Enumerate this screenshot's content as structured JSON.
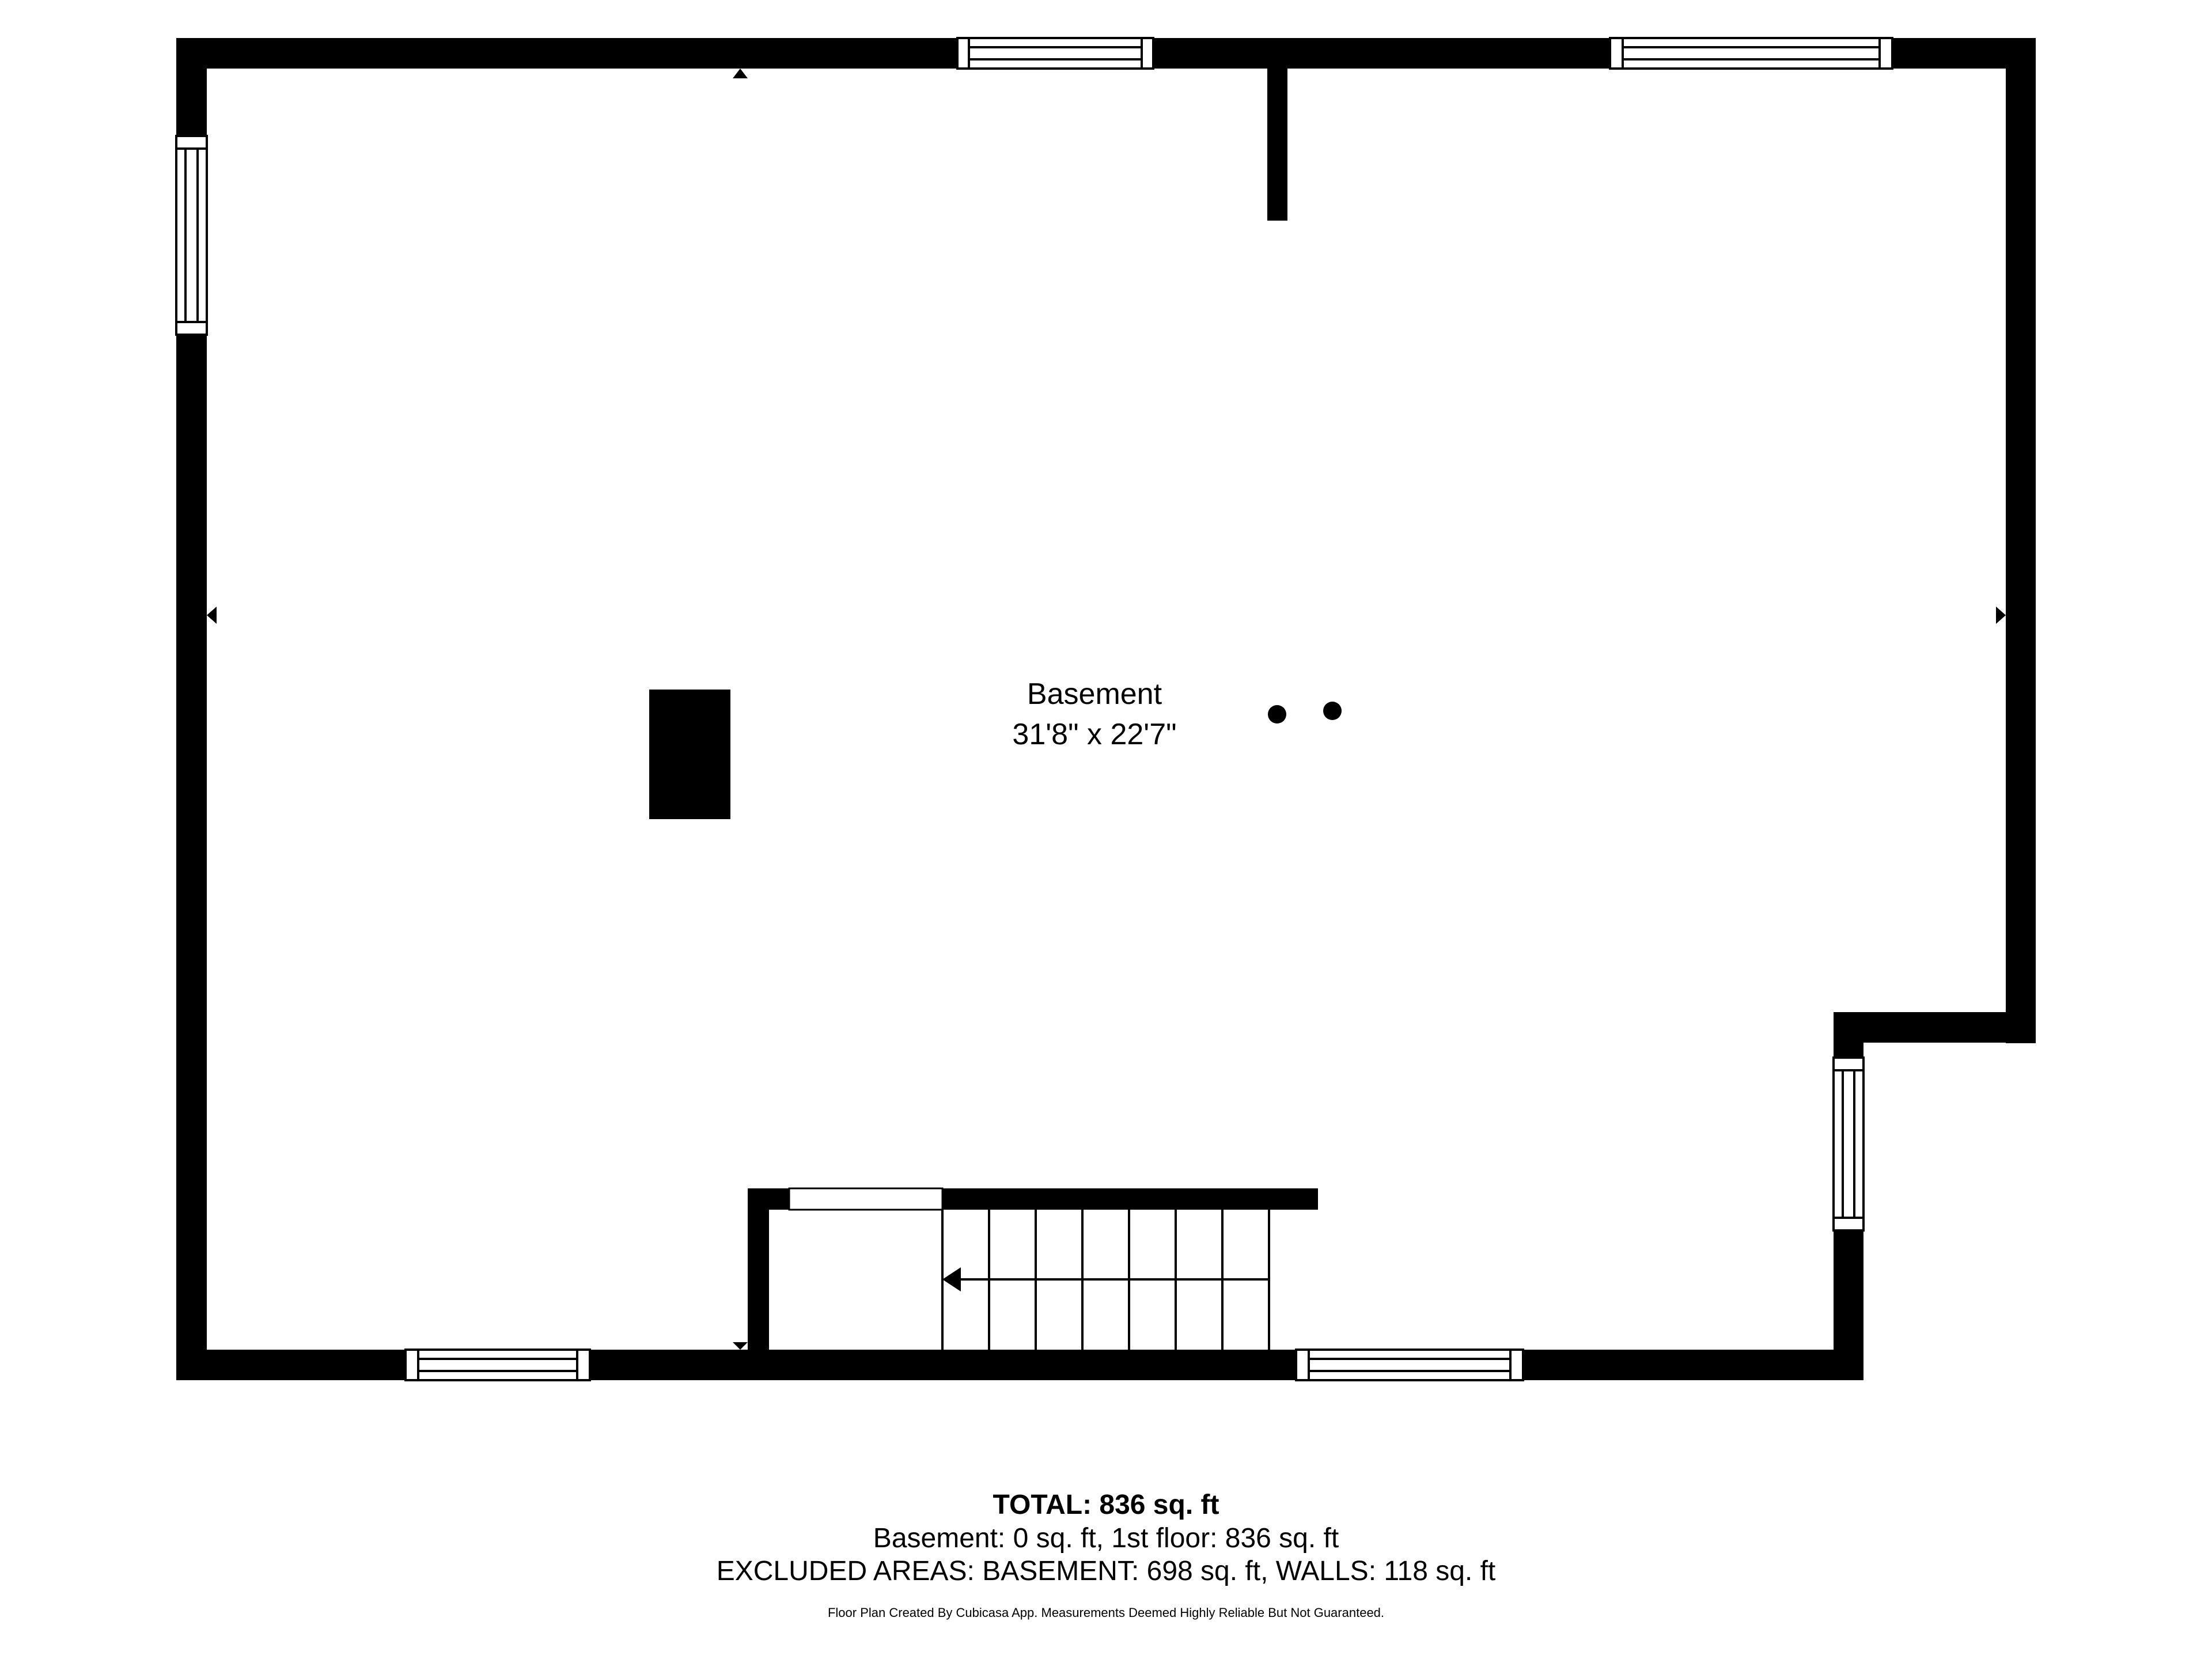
{
  "room": {
    "name": "Basement",
    "dimensions": "31'8\" x 22'7\""
  },
  "summary": {
    "total": "TOTAL: 836 sq. ft",
    "floors": "Basement: 0 sq. ft, 1st floor: 836 sq. ft",
    "excluded": "EXCLUDED AREAS: BASEMENT: 698 sq. ft, WALLS: 118 sq. ft",
    "credit": "Floor Plan Created By Cubicasa App. Measurements Deemed Highly Reliable But Not Guaranteed."
  },
  "colors": {
    "wall": "#000000",
    "background": "#ffffff"
  }
}
